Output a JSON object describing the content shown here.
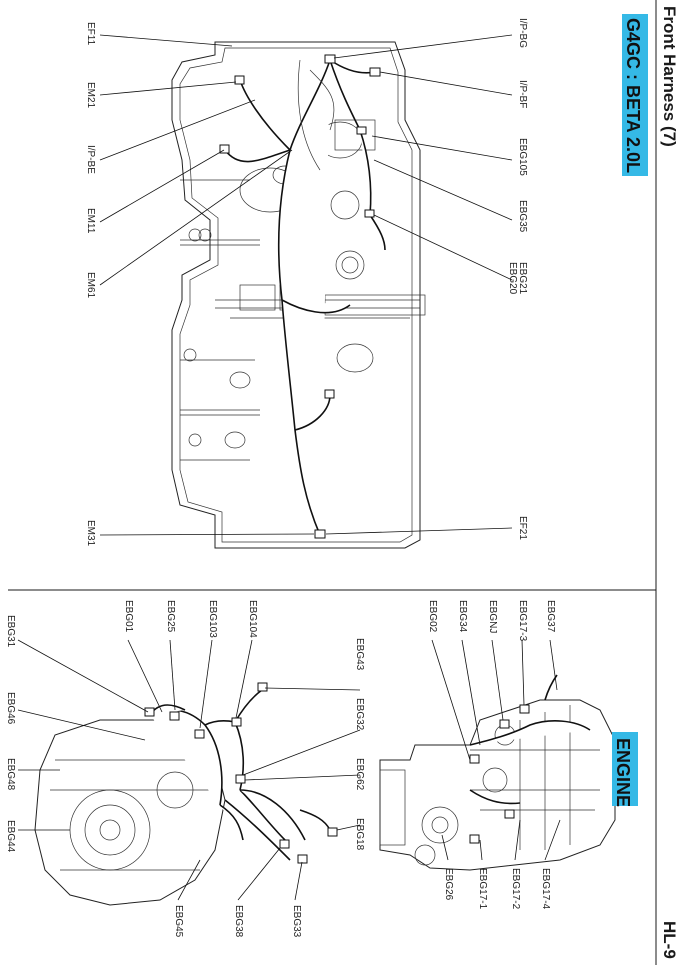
{
  "page": {
    "header_title": "Front Harness (7)",
    "page_number": "HL-9"
  },
  "top_section": {
    "banner": "G4GC : BETA 2.0L",
    "left_labels": {
      "ef11": "EF11",
      "em21": "EM21",
      "ip_be": "I/P-BE",
      "em11": "EM11",
      "em61": "EM61",
      "em31": "EM31"
    },
    "right_labels": {
      "ip_bg": "I/P-BG",
      "ip_bf": "I/P-BF",
      "ebg105": "EBG105",
      "ebg35": "EBG35",
      "ebg21": "EBG21",
      "ebg20": "EBG20",
      "ef21": "EF21"
    }
  },
  "bottom_section": {
    "banner": "ENGINE",
    "right_engine": {
      "ebg37": "EBG37",
      "ebg17_3": "EBG17-3",
      "ebgnj": "EBGNJ",
      "ebg34": "EBG34",
      "ebg02": "EBG02",
      "ebg17_4": "EBG17-4",
      "ebg17_2": "EBG17-2",
      "ebg17_1": "EBG17-1",
      "ebg26": "EBG26"
    },
    "left_engine": {
      "ebg104": "EBG104",
      "ebg103": "EBG103",
      "ebg25": "EBG25",
      "ebg01": "EBG01",
      "ebg31": "EBG31",
      "ebg43": "EBG43",
      "ebg32": "EBG32",
      "ebg62": "EBG62",
      "ebg18": "EBG18",
      "ebg46": "EBG46",
      "ebg48": "EBG48",
      "ebg44": "EBG44",
      "ebg45": "EBG45",
      "ebg38": "EBG38",
      "ebg33": "EBG33"
    }
  }
}
